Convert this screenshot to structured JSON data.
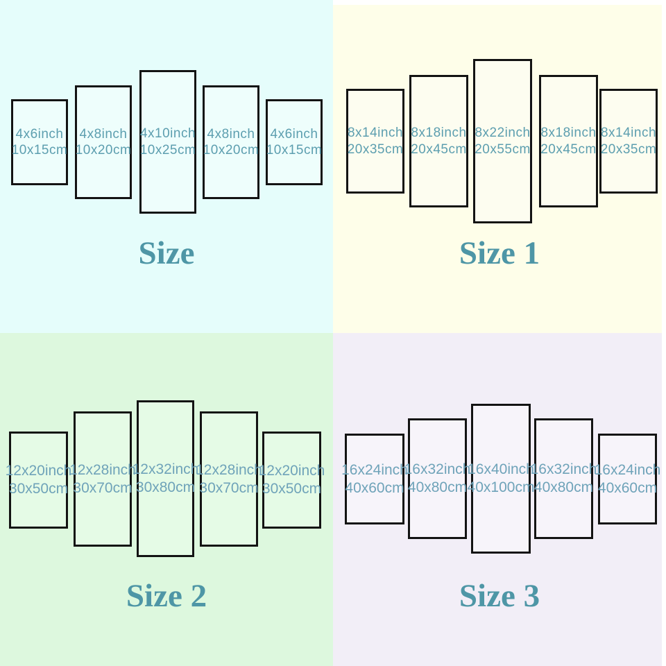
{
  "page": {
    "title_color": "#4E96A6",
    "border_color": "#131313",
    "background": "#FFFFFF"
  },
  "quadrants": [
    {
      "id": "size",
      "title": "Size",
      "bg": "#E5FDFB",
      "panel_bg": "#EEFEFC",
      "label_color": "#5C9EAF",
      "panels": [
        {
          "inch": "4x6inch",
          "cm": "10x15cm"
        },
        {
          "inch": "4x8inch",
          "cm": "10x20cm"
        },
        {
          "inch": "4x10inch",
          "cm": "10x25cm"
        },
        {
          "inch": "4x8inch",
          "cm": "10x20cm"
        },
        {
          "inch": "4x6inch",
          "cm": "10x15cm"
        }
      ]
    },
    {
      "id": "size-1",
      "title": "Size 1",
      "bg": "#FEFEE9",
      "panel_bg": "#FDFDF0",
      "label_color": "#5C9EAF",
      "panels": [
        {
          "inch": "8x14inch",
          "cm": "20x35cm"
        },
        {
          "inch": "8x18inch",
          "cm": "20x45cm"
        },
        {
          "inch": "8x22inch",
          "cm": "20x55cm"
        },
        {
          "inch": "8x18inch",
          "cm": "20x45cm"
        },
        {
          "inch": "8x14inch",
          "cm": "20x35cm"
        }
      ]
    },
    {
      "id": "size-2",
      "title": "Size 2",
      "bg": "#DDF8DE",
      "panel_bg": "#E5FBE6",
      "label_color": "#6FA3B9",
      "panels": [
        {
          "inch": "12x20inch",
          "cm": "30x50cm"
        },
        {
          "inch": "12x28inch",
          "cm": "30x70cm"
        },
        {
          "inch": "12x32inch",
          "cm": "30x80cm"
        },
        {
          "inch": "12x28inch",
          "cm": "30x70cm"
        },
        {
          "inch": "12x20inch",
          "cm": "30x50cm"
        }
      ]
    },
    {
      "id": "size-3",
      "title": "Size 3",
      "bg": "#F2EEF7",
      "panel_bg": "#F7F4FA",
      "label_color": "#6FA3B9",
      "panels": [
        {
          "inch": "16x24inch",
          "cm": "40x60cm"
        },
        {
          "inch": "16x32inch",
          "cm": "40x80cm"
        },
        {
          "inch": "16x40inch",
          "cm": "40x100cm"
        },
        {
          "inch": "16x32inch",
          "cm": "40x80cm"
        },
        {
          "inch": "16x24inch",
          "cm": "40x60cm"
        }
      ]
    }
  ]
}
